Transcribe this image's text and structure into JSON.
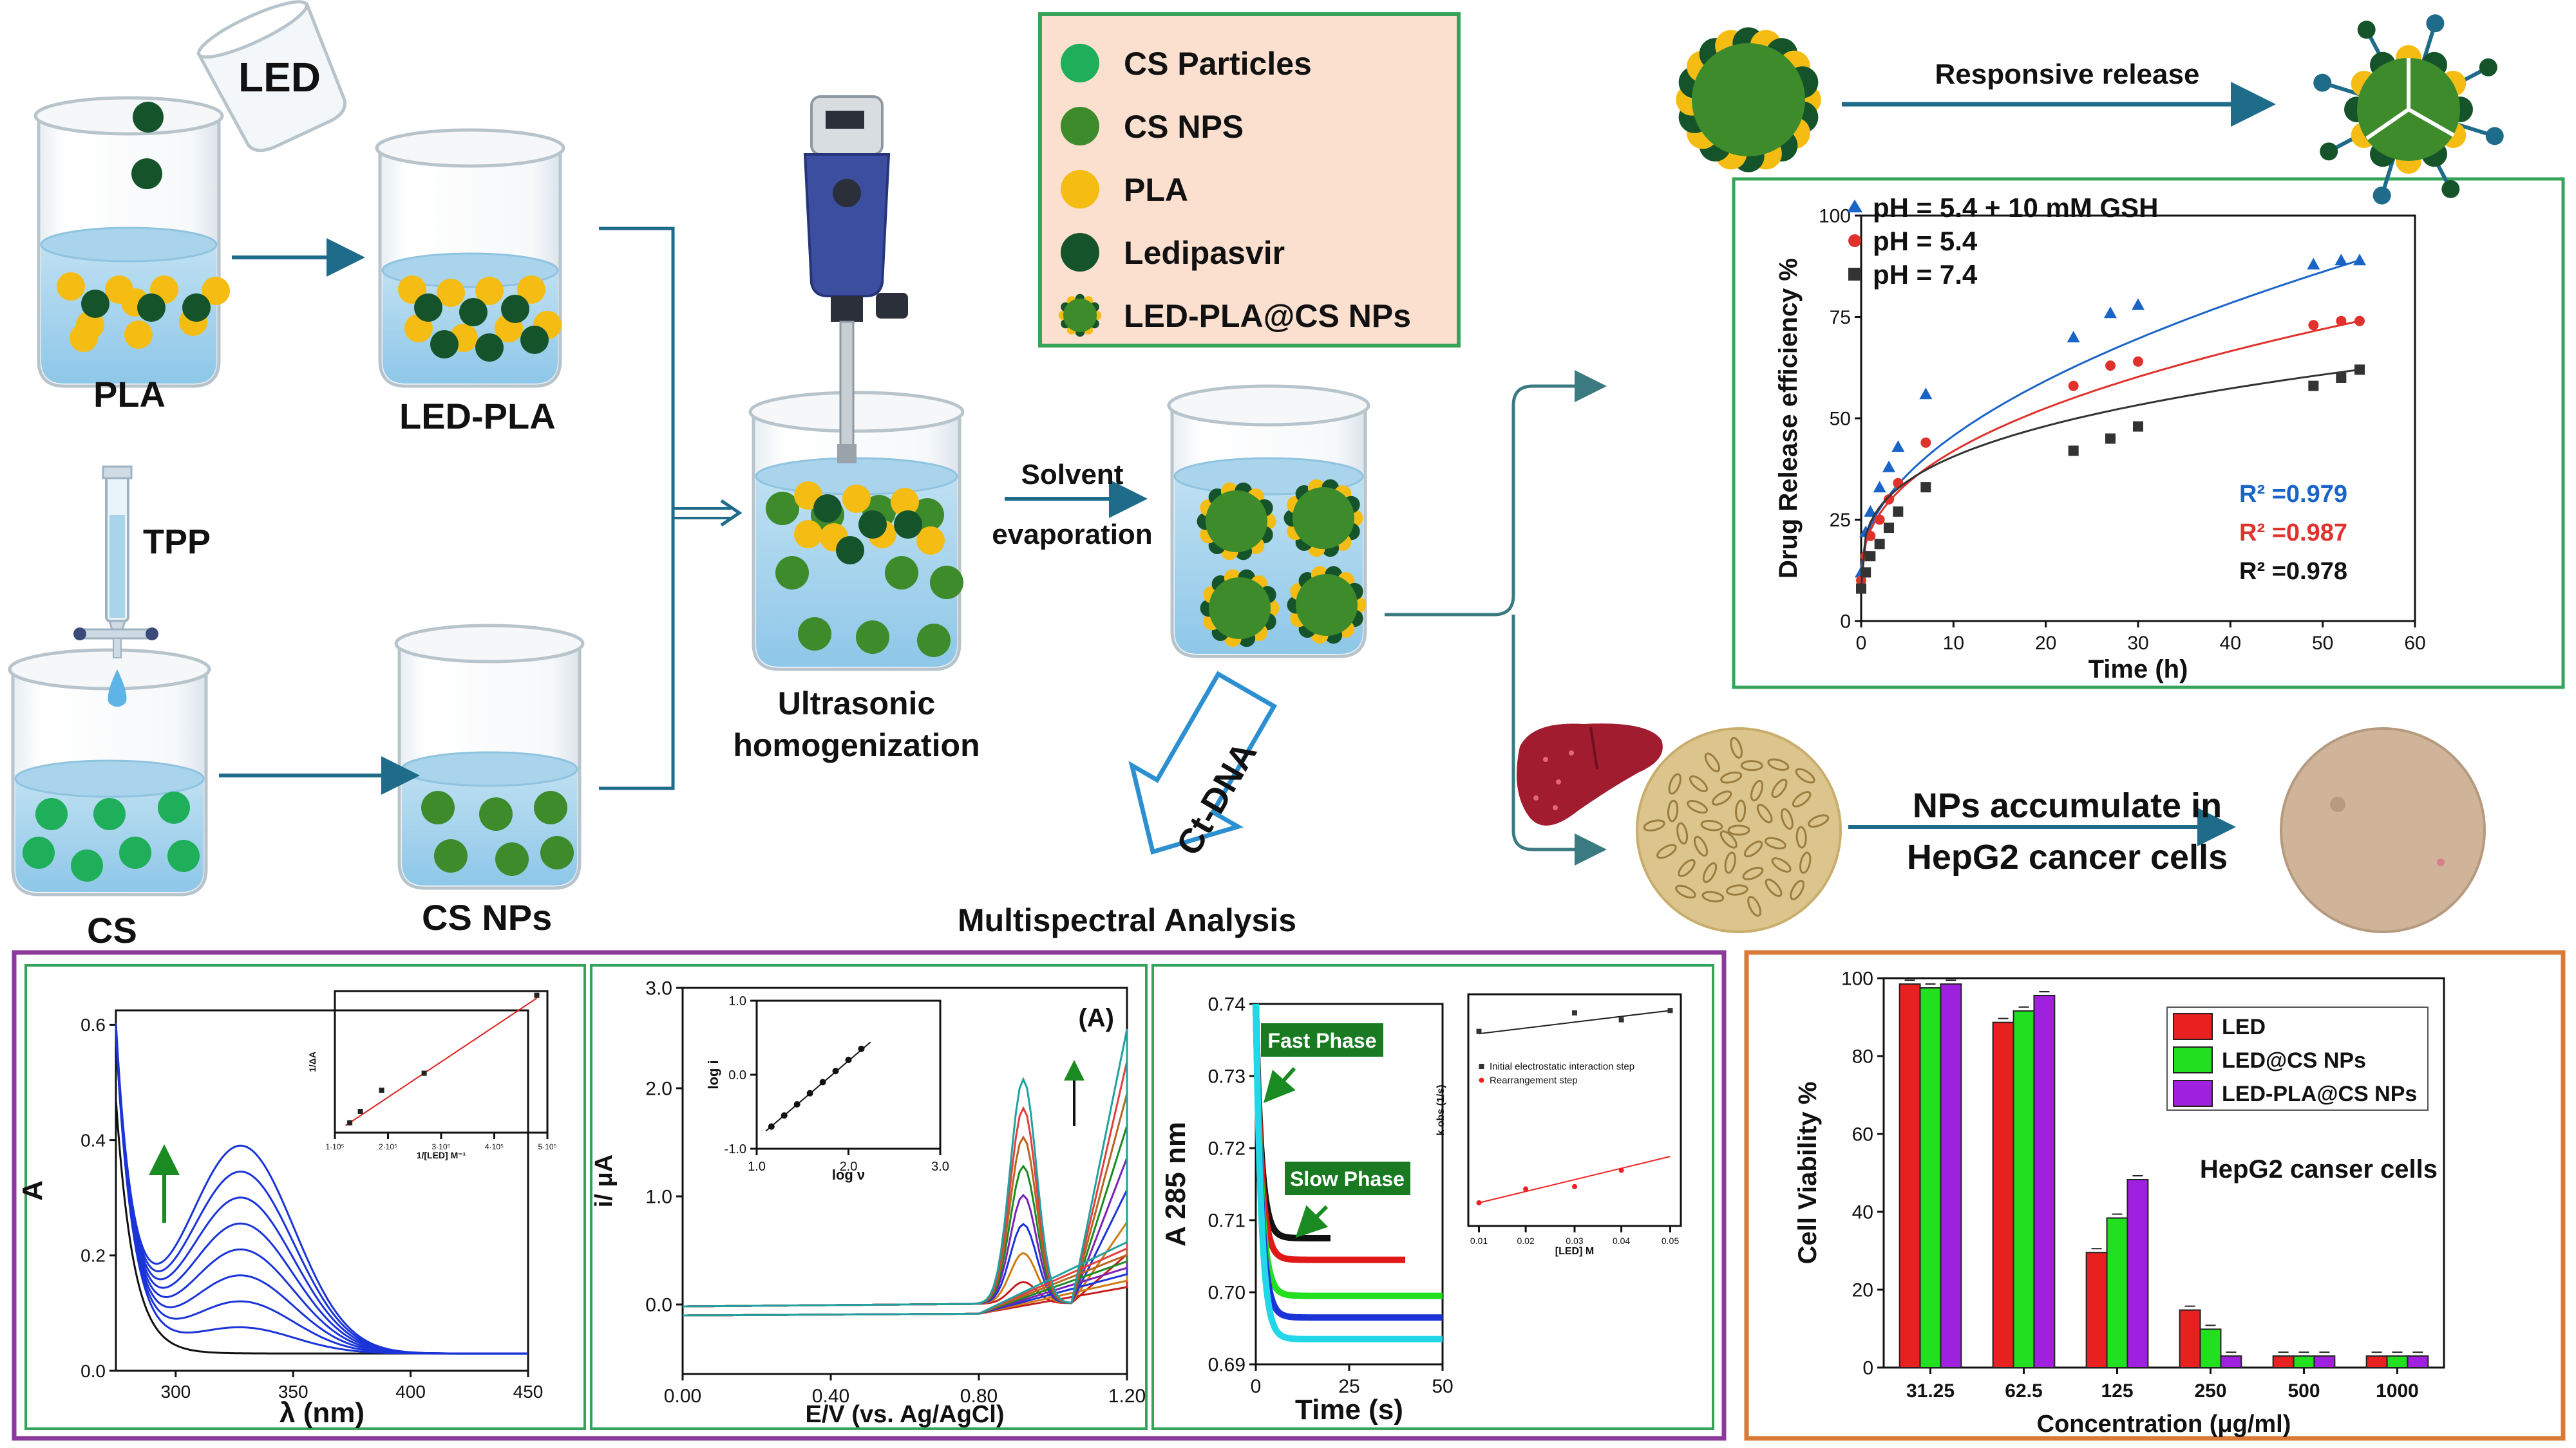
{
  "labels": {
    "led": "LED",
    "pla": "PLA",
    "led_pla": "LED-PLA",
    "tpp": "TPP",
    "cs": "CS",
    "cs_nps": "CS NPs",
    "ultrasonic_1": "Ultrasonic",
    "ultrasonic_2": "homogenization",
    "solvent_1": "Solvent",
    "solvent_2": "evaporation",
    "ct_dna": "Ct-DNA",
    "multispectral": "Multispectral Analysis",
    "responsive_release": "Responsive release",
    "nps_accumulate_1": "NPs accumulate in",
    "nps_accumulate_2": "HepG2 cancer cells"
  },
  "legend": {
    "items": [
      {
        "label": "CS Particles",
        "color": "#1fae5a"
      },
      {
        "label": "CS NPS",
        "color": "#3e8b2c"
      },
      {
        "label": "PLA",
        "color": "#f5bd14"
      },
      {
        "label": "Ledipasvir",
        "color": "#15542a"
      },
      {
        "label": "LED-PLA@CS NPs",
        "color": "#3e8b2c"
      }
    ]
  },
  "colors": {
    "blue": "#1a64c8",
    "red": "#e0322d",
    "dark": "#333333",
    "frame_green": "#36a35a",
    "frame_purple": "#8b3a9b",
    "frame_orange": "#d97a36",
    "legend_bg": "#fbe0d0"
  },
  "chart_data": [
    {
      "type": "scatter",
      "ylabel": "Drug Release efficiency %",
      "xlabel": "Time (h)",
      "xlim": [
        0,
        60
      ],
      "ylim": [
        0,
        100
      ],
      "xticks": [
        "0",
        "10",
        "20",
        "30",
        "40",
        "50",
        "60"
      ],
      "yticks": [
        "0",
        "25",
        "50",
        "75",
        "100"
      ],
      "series": [
        {
          "name": "pH = 5.4 + 10 mM GSH",
          "marker": "triangle",
          "color": "#1a64c8",
          "x": [
            0,
            0.5,
            1,
            2,
            3,
            4,
            7,
            23,
            27,
            30,
            49,
            52,
            54
          ],
          "y": [
            12,
            22,
            27,
            33,
            38,
            43,
            56,
            70,
            76,
            78,
            88,
            89,
            89
          ],
          "fit": {
            "a": 13,
            "b": 0.4
          },
          "r2": "R² =0.979"
        },
        {
          "name": "pH = 5.4",
          "marker": "circle",
          "color": "#e0322d",
          "x": [
            0,
            0.5,
            1,
            2,
            3,
            4,
            7,
            23,
            27,
            30,
            49,
            52,
            54
          ],
          "y": [
            10,
            16,
            21,
            25,
            30,
            34,
            44,
            58,
            63,
            64,
            73,
            74,
            74
          ],
          "fit": {
            "a": 10,
            "b": 0.33
          },
          "r2": "R² =0.987"
        },
        {
          "name": "pH = 7.4",
          "marker": "square",
          "color": "#333333",
          "x": [
            0,
            0.5,
            1,
            2,
            3,
            4,
            7,
            23,
            27,
            30,
            49,
            52,
            54
          ],
          "y": [
            8,
            12,
            16,
            19,
            23,
            27,
            33,
            42,
            45,
            48,
            58,
            60,
            62
          ],
          "fit": {
            "a": 8,
            "b": 0.24
          },
          "r2": "R² =0.978"
        }
      ]
    },
    {
      "type": "line",
      "ylabel": "A",
      "xlabel": "λ (nm)",
      "xticks": [
        "300",
        "350",
        "400",
        "450"
      ],
      "yticks": [
        "0.0",
        "0.2",
        "0.4",
        "0.6"
      ],
      "inset": {
        "xlabel": "1/[LED] M⁻¹",
        "ylabel": "1/ΔA",
        "xticks": [
          "1·10⁵",
          "2·10⁵",
          "3·10⁵",
          "4·10⁵",
          "5·10⁵"
        ]
      }
    },
    {
      "type": "line",
      "title": "(A)",
      "ylabel": "i/ μA",
      "xlabel": "E/V (vs. Ag/AgCl)",
      "xticks": [
        "0.00",
        "0.40",
        "0.80",
        "1.20"
      ],
      "yticks": [
        "0.0",
        "1.0",
        "2.0",
        "3.0"
      ],
      "inset": {
        "xlabel": "log ν",
        "ylabel": "log i",
        "xticks": [
          "1.0",
          "2.0",
          "3.0"
        ],
        "yticks": [
          "-1.0",
          "0.0",
          "1.0"
        ]
      }
    },
    {
      "type": "line",
      "ylabel": "A 285 nm",
      "xlabel": "Time (s)",
      "xticks": [
        "0",
        "25",
        "50"
      ],
      "yticks": [
        "0.69",
        "0.70",
        "0.71",
        "0.72",
        "0.73",
        "0.74"
      ],
      "annotations": [
        "Fast Phase",
        "Slow Phase"
      ],
      "inset": {
        "xlabel": "[LED] M",
        "ylabel": "k obs (1/s)",
        "xticks": [
          "0.01",
          "0.02",
          "0.03",
          "0.04",
          "0.05"
        ],
        "legend": [
          "Initial electrostatic interaction step",
          "Rearrangement step"
        ]
      }
    },
    {
      "type": "bar",
      "ylabel": "Cell Viability %",
      "xlabel": "Concentration (μg/ml)",
      "annotation": "HepG2 canser cells",
      "ylim": [
        0,
        100
      ],
      "yticks": [
        "0",
        "20",
        "40",
        "60",
        "80",
        "100"
      ],
      "categories": [
        "31.25",
        "62.5",
        "125",
        "250",
        "500",
        "1000"
      ],
      "series": [
        {
          "name": "LED",
          "color": "#e82020",
          "values": [
            100,
            90,
            30,
            15,
            3,
            3
          ]
        },
        {
          "name": "LED@CS NPs",
          "color": "#22e020",
          "values": [
            99,
            93,
            39,
            10,
            3,
            3
          ]
        },
        {
          "name": "LED-PLA@CS NPs",
          "color": "#a020e0",
          "values": [
            100,
            97,
            49,
            3,
            3,
            3
          ]
        }
      ]
    }
  ]
}
